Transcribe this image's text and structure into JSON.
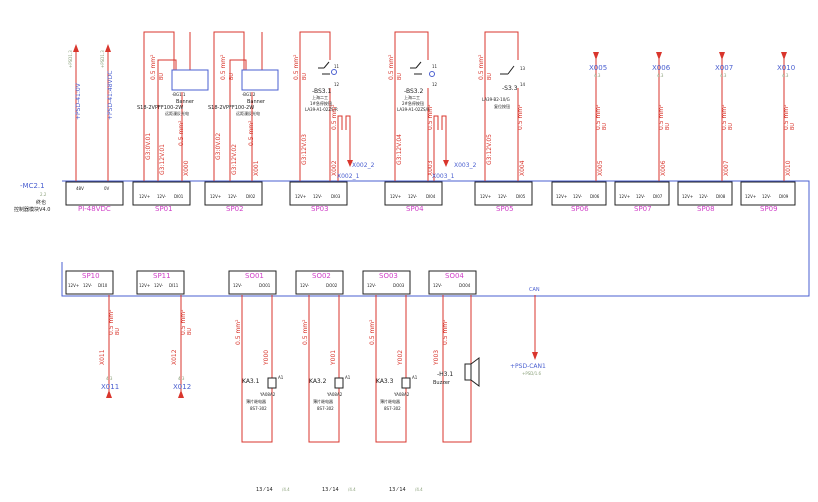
{
  "wire_spec": "0.5 mm²",
  "wire_color": "BU",
  "module": {
    "tag": "-MC2.1",
    "sub": "2.2",
    "line2": "终也",
    "line3": "控制器模块V4.0"
  },
  "power_refs": [
    {
      "top": "+PSD-41:0V",
      "small": "+PSD1.3"
    },
    {
      "top": "+PSD-41:48VDC",
      "small": "+PSD1.3"
    }
  ],
  "blocks_top": [
    {
      "name": "PI-48VDC",
      "pins": [
        "48V",
        "0V"
      ]
    },
    {
      "name": "SP01",
      "pins": [
        "12V+",
        "12V-",
        "DI01"
      ]
    },
    {
      "name": "SP02",
      "pins": [
        "12V+",
        "12V-",
        "DI02"
      ]
    },
    {
      "name": "SP03",
      "pins": [
        "12V+",
        "12V-",
        "DI03"
      ]
    },
    {
      "name": "SP04",
      "pins": [
        "12V+",
        "12V-",
        "DI04"
      ]
    },
    {
      "name": "SP05",
      "pins": [
        "12V+",
        "12V-",
        "DI05"
      ]
    },
    {
      "name": "SP06",
      "pins": [
        "12V+",
        "12V-",
        "DI06"
      ]
    },
    {
      "name": "SP07",
      "pins": [
        "12V+",
        "12V-",
        "DI07"
      ]
    },
    {
      "name": "SP08",
      "pins": [
        "12V+",
        "12V-",
        "DI08"
      ]
    },
    {
      "name": "SP09",
      "pins": [
        "12V+",
        "12V-",
        "DI09"
      ]
    }
  ],
  "blocks_bottom": [
    {
      "name": "SP10",
      "pins": [
        "12V+",
        "12V-",
        "DI10"
      ]
    },
    {
      "name": "SP11",
      "pins": [
        "12V+",
        "12V-",
        "DI11"
      ]
    },
    {
      "name": "SO01",
      "pins": [
        "12V-",
        "DO01"
      ]
    },
    {
      "name": "SO02",
      "pins": [
        "12V-",
        "DO02"
      ]
    },
    {
      "name": "SO03",
      "pins": [
        "12V-",
        "DO03"
      ]
    },
    {
      "name": "SO04",
      "pins": [
        "12V-",
        "DO04"
      ]
    }
  ],
  "wire_labels_top": [
    "G3:0V.01",
    "G3:12V.01",
    "X000",
    "G3:0V.02",
    "G3:12V.02",
    "X001",
    "G3:12V.03",
    "X002",
    "G3:12V.04",
    "X003",
    "G3:12V.05",
    "X004",
    "X005",
    "X006",
    "X007",
    "X010"
  ],
  "wire_labels_bottom": [
    "X011",
    "X012",
    "Y000",
    "Y001",
    "Y002",
    "Y003"
  ],
  "sensors": [
    {
      "tag": "-BG1.1",
      "brand": "Banner",
      "model": "S18-2VPFF100-2W",
      "desc": "远距漫反光电"
    },
    {
      "tag": "-BG1.2",
      "brand": "Banner",
      "model": "S18-2VPFF100-2W",
      "desc": "远距漫反光电"
    }
  ],
  "switches": [
    {
      "tag": "-BS3.1",
      "maker": "上海二工",
      "desc": "1#急停按钮",
      "model": "LA39-A1-02ZS/R",
      "n1": "11",
      "n2": "12"
    },
    {
      "tag": "-BS3.2",
      "maker": "上海二工",
      "desc": "2#急停按钮",
      "model": "LA39-A1-02ZS/R",
      "n1": "11",
      "n2": "12"
    },
    {
      "tag": "-S3.3",
      "maker": "",
      "desc": "复位按钮",
      "model": "LA39-B2-10/G",
      "n1": "13",
      "n2": "14"
    }
  ],
  "outputs_right": [
    "X005",
    "X006",
    "X007",
    "X010"
  ],
  "small_ref": "4.3",
  "cross_refs": [
    "X002_1",
    "X002_2",
    "X003_1",
    "X003_2"
  ],
  "relays": [
    {
      "tag": "KA3.1",
      "a": "A1",
      "model": "YA08A2",
      "desc": "薄片继电器",
      "pn": "8S7-302"
    },
    {
      "tag": "KA3.2",
      "a": "A1",
      "model": "YA08A2",
      "desc": "薄片继电器",
      "pn": "8S7-302"
    },
    {
      "tag": "KA3.3",
      "a": "A1",
      "model": "YA08A2",
      "desc": "薄片继电器",
      "pn": "8S7-302"
    }
  ],
  "buzzer": {
    "tag": "-H3.1",
    "name": "Buzzer"
  },
  "can": {
    "label": "CAN",
    "ref": "+PSD-CAN1",
    "sub": "+PSD/1.6"
  },
  "bottom_refs": [
    "13 ⁄ 14",
    "13 ⁄ 14",
    "13 ⁄ 14"
  ],
  "bottom_sub": "/4.4"
}
